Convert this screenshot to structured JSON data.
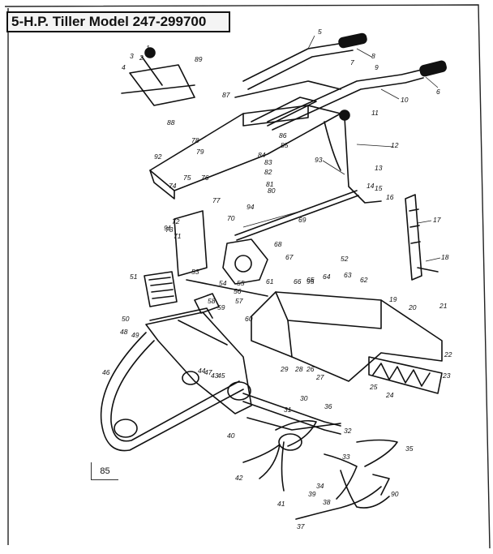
{
  "title": "5-H.P. Tiller Model 247-299700",
  "page_number": "85",
  "part_callouts": [
    "1",
    "2",
    "3",
    "4",
    "5",
    "6",
    "7",
    "8",
    "9",
    "10",
    "11",
    "12",
    "13",
    "14",
    "15",
    "16",
    "17",
    "18",
    "19",
    "20",
    "21",
    "22",
    "23",
    "24",
    "25",
    "26",
    "27",
    "28",
    "29",
    "30",
    "31",
    "32",
    "33",
    "34",
    "35",
    "36",
    "37",
    "38",
    "39",
    "40",
    "41",
    "42",
    "43",
    "44",
    "45",
    "46",
    "47",
    "48",
    "49",
    "50",
    "51",
    "52",
    "53",
    "54",
    "55",
    "56",
    "57",
    "58",
    "59",
    "60",
    "61",
    "62",
    "63",
    "64",
    "65",
    "66",
    "67",
    "68",
    "69",
    "70",
    "71",
    "72",
    "73",
    "74",
    "75",
    "76",
    "77",
    "78",
    "79",
    "80",
    "81",
    "82",
    "83",
    "84",
    "85",
    "86",
    "87",
    "88",
    "89",
    "90",
    "91",
    "92",
    "93",
    "94",
    "95"
  ]
}
